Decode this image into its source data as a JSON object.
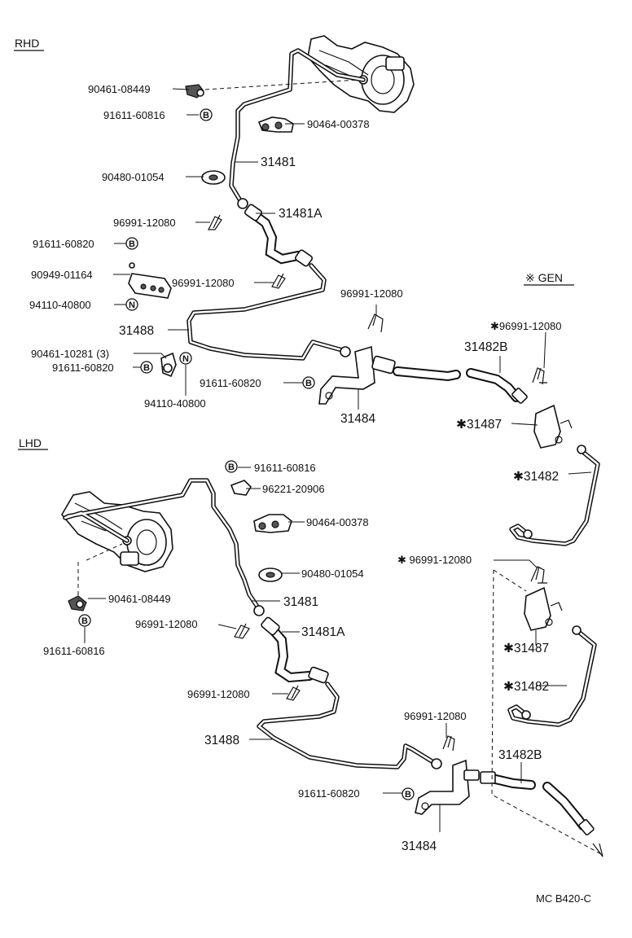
{
  "sections": {
    "rhd": "RHD",
    "lhd": "LHD",
    "gen": "※ GEN"
  },
  "footer": {
    "code": "MC B420-C"
  },
  "badges": {
    "b": "B",
    "n": "N"
  },
  "labels": {
    "rhd_90461_08449": "90461-08449",
    "rhd_91611_60816": "91611-60816",
    "rhd_90464_00378": "90464-00378",
    "rhd_31481": "31481",
    "rhd_90480_01054": "90480-01054",
    "rhd_31481A": "31481A",
    "rhd_96991_12080_a": "96991-12080",
    "rhd_91611_60820_a": "91611-60820",
    "rhd_90949_01164": "90949-01164",
    "rhd_96991_12080_b": "96991-12080",
    "rhd_94110_40800_a": "94110-40800",
    "rhd_31488": "31488",
    "rhd_96991_12080_c": "96991-12080",
    "rhd_90461_10281": "90461-10281 (3)",
    "rhd_91611_60820_b": "91611-60820",
    "rhd_94110_40800_b": "94110-40800",
    "rhd_91611_60820_c": "91611-60820",
    "rhd_31484": "31484",
    "gen_31482B": "31482B",
    "gen_96991_12080": "✱96991-12080",
    "gen_31487": "✱31487",
    "gen_31482": "✱31482",
    "lhd_91611_60816_a": "91611-60816",
    "lhd_96221_20906": "96221-20906",
    "lhd_90464_00378": "90464-00378",
    "lhd_90480_01054": "90480-01054",
    "lhd_90461_08449": "90461-08449",
    "lhd_31481": "31481",
    "lhd_91611_60816_b": "91611-60816",
    "lhd_96991_12080_a": "96991-12080",
    "lhd_31481A": "31481A",
    "lhd_96991_12080_b": "96991-12080",
    "lhd_96991_12080_gen": "✱ 96991-12080",
    "lhd_31487": "✱31487",
    "lhd_31482": "✱31482",
    "lhd_31488": "31488",
    "lhd_96991_12080_c": "96991-12080",
    "lhd_31482B": "31482B",
    "lhd_91611_60820": "91611-60820",
    "lhd_31484": "31484"
  }
}
